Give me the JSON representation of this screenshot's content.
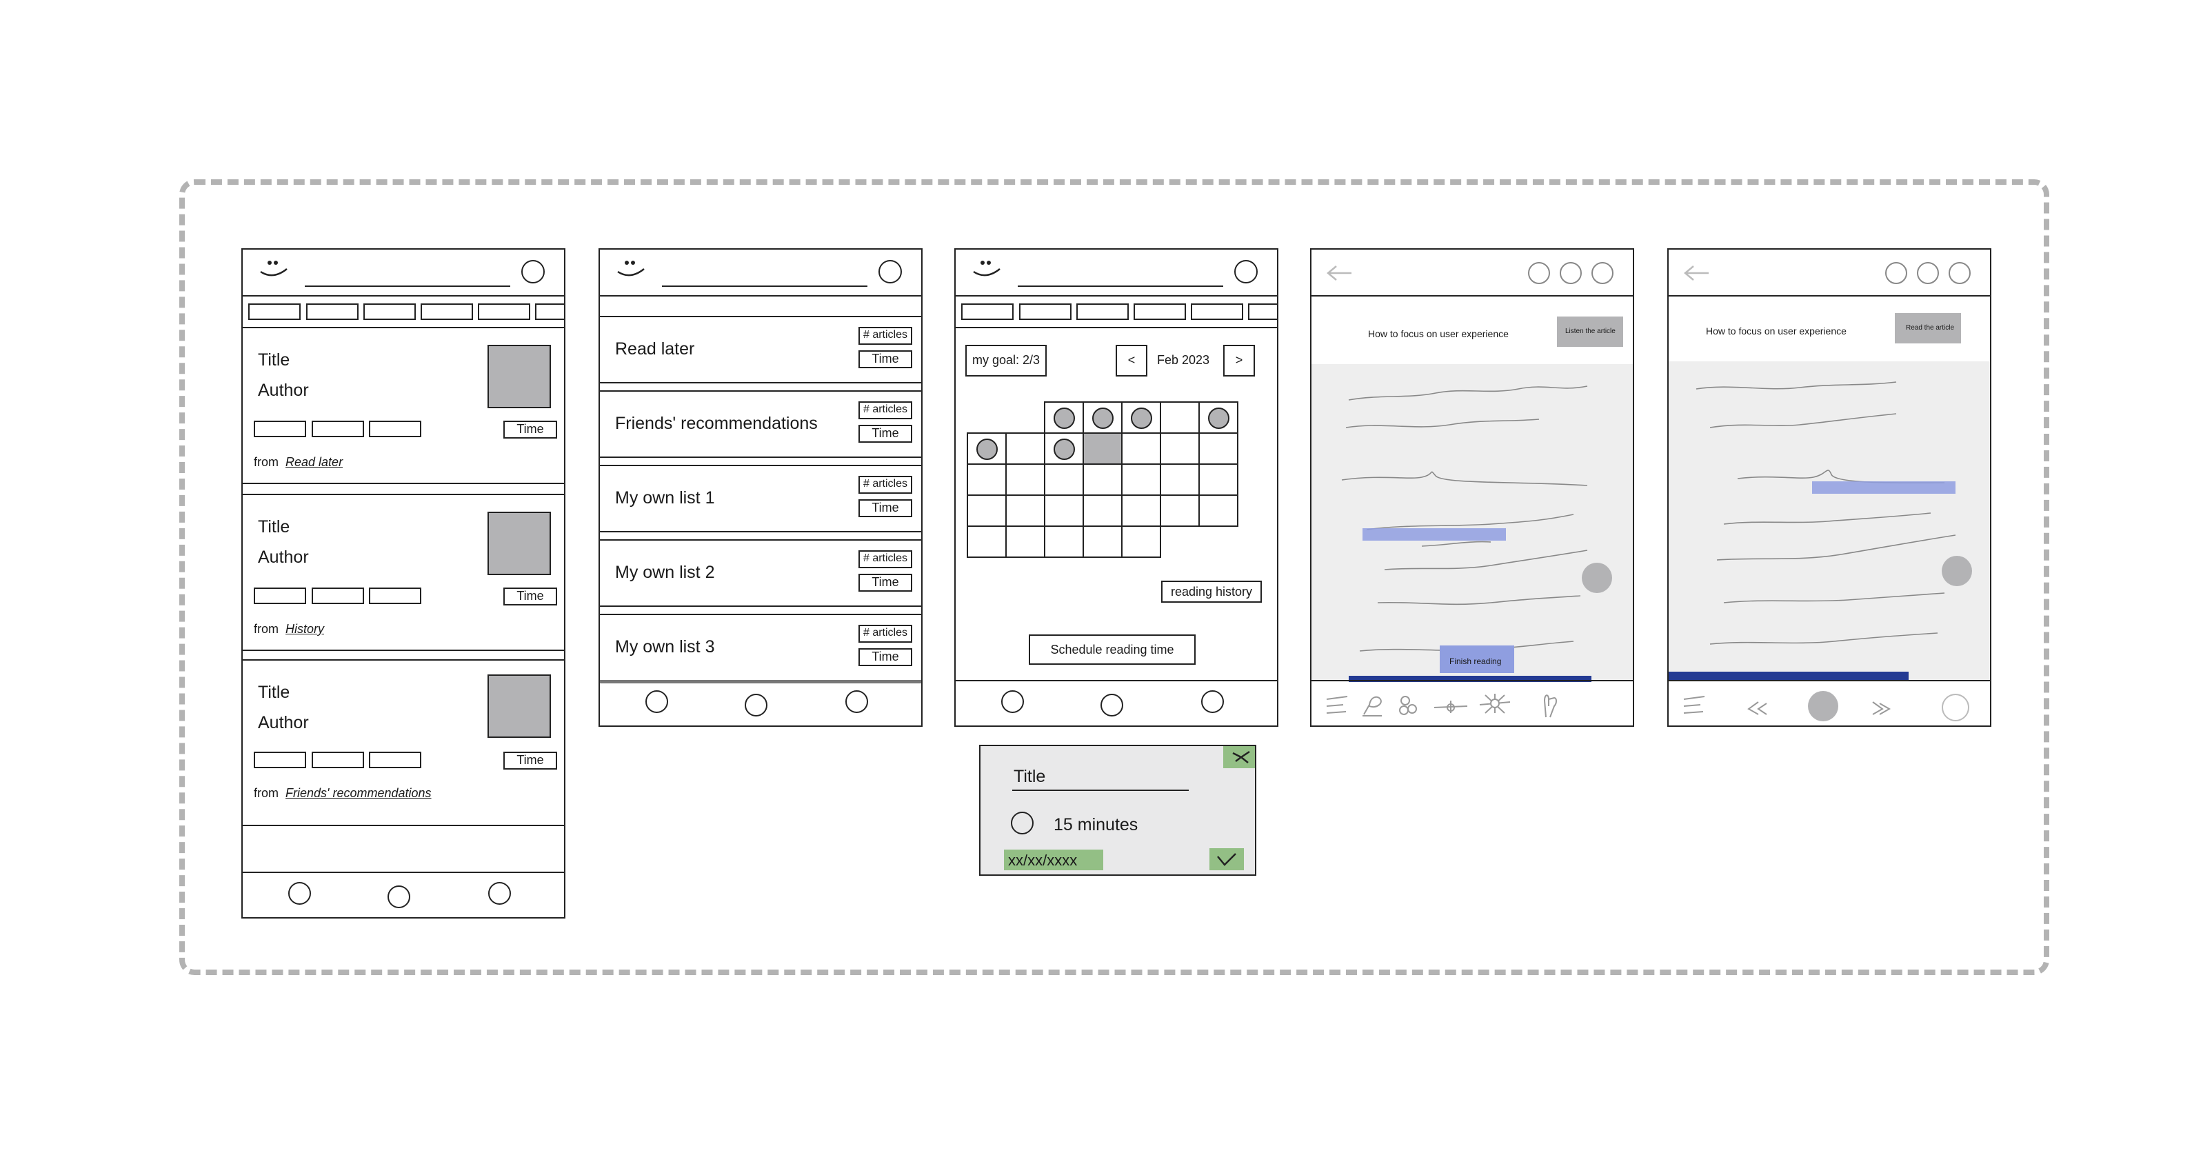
{
  "feed": {
    "cards": [
      {
        "title": "Title",
        "author": "Author",
        "time": "Time",
        "from": "from",
        "source": "Read later"
      },
      {
        "title": "Title",
        "author": "Author",
        "time": "Time",
        "from": "from",
        "source": "History"
      },
      {
        "title": "Title",
        "author": "Author",
        "time": "Time",
        "from": "from",
        "source": "Friends' recommendations"
      }
    ]
  },
  "lists": {
    "items": [
      {
        "name": "Read later",
        "count": "# articles",
        "time": "Time"
      },
      {
        "name": "Friends' recommendations",
        "count": "# articles",
        "time": "Time"
      },
      {
        "name": "My own list 1",
        "count": "# articles",
        "time": "Time"
      },
      {
        "name": "My own list 2",
        "count": "# articles",
        "time": "Time"
      },
      {
        "name": "My own list 3",
        "count": "# articles",
        "time": "Time"
      }
    ]
  },
  "calendar": {
    "goal": "my goal: 2/3",
    "prev": "<",
    "month": "Feb 2023",
    "next": ">",
    "history_button": "reading history",
    "schedule_button": "Schedule reading time"
  },
  "schedule_popup": {
    "title": "Title",
    "duration": "15 minutes",
    "date": "xx/xx/xxxx"
  },
  "reader1": {
    "article_title": "How to focus on user experience",
    "listen_button": "Listen the article",
    "finish_button": "Finish reading"
  },
  "reader2": {
    "article_title": "How to focus on user experience",
    "read_button": "Read the article"
  },
  "colors": {
    "highlight": "#8f9ee0",
    "progress": "#233a93",
    "accept": "#93bf85",
    "placeholder": "#b3b3b5",
    "dashed_border": "#b3b3b3"
  }
}
